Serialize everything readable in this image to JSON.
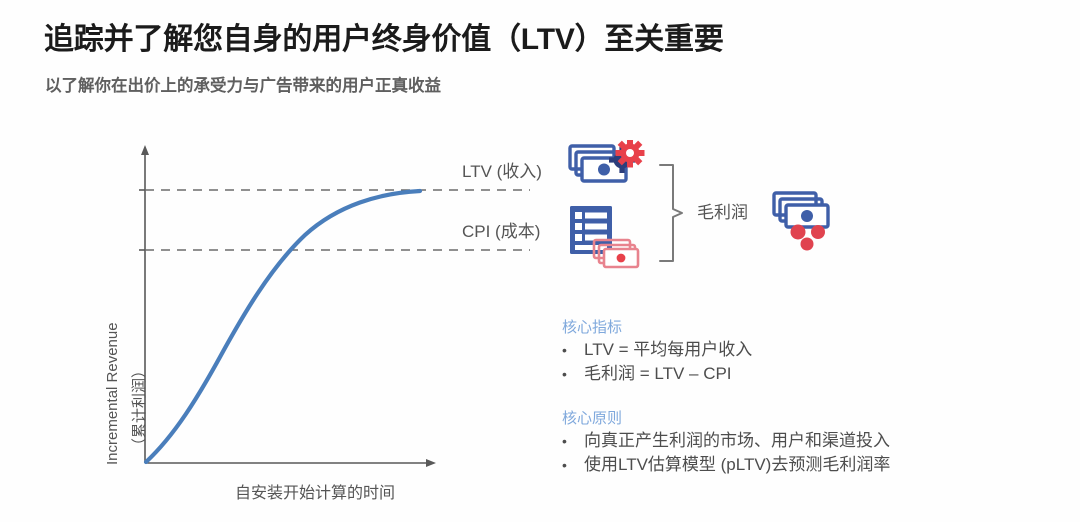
{
  "header": {
    "title": "追踪并了解您自身的用户终身价值（LTV）至关重要",
    "subtitle": "以了解你在出价上的承受力与广告带来的用户正真收益"
  },
  "chart_data": {
    "type": "line",
    "title": "",
    "xlabel": "自安装开始计算的时间",
    "ylabel_en": "Incremental Revenue",
    "ylabel_cn": "（累计利润）",
    "series": [
      {
        "name": "Incremental Revenue",
        "color": "#4A7EBB",
        "x": [
          0,
          5,
          10,
          15,
          20,
          25,
          30,
          35,
          40,
          45,
          50,
          55,
          60,
          65,
          70,
          75,
          80,
          85,
          90,
          95,
          100
        ],
        "y": [
          0,
          14,
          26,
          37,
          46,
          54,
          61,
          67,
          72,
          76,
          80,
          83,
          86,
          88.5,
          90.5,
          92,
          93.2,
          94.1,
          94.8,
          95.3,
          95.6
        ]
      }
    ],
    "reference_lines": [
      {
        "name": "LTV",
        "label": "LTV (收入)",
        "y_value": 95.6,
        "style": "dashed",
        "color": "#6b6b6b"
      },
      {
        "name": "CPI",
        "label": "CPI (成本)",
        "y_value": 62.0,
        "style": "dashed",
        "color": "#6b6b6b"
      }
    ],
    "annotations": [
      {
        "name": "gross-profit",
        "label": "毛利润",
        "between": [
          "LTV",
          "CPI"
        ]
      }
    ],
    "axis": {
      "x_arrow": true,
      "y_arrow": true,
      "ticks": false,
      "grid": false
    },
    "xlim": [
      0,
      100
    ],
    "ylim": [
      0,
      118
    ]
  },
  "callouts": {
    "ltv": "LTV (收入)",
    "cpi": "CPI (成本)",
    "gross_profit": "毛利润"
  },
  "icons": {
    "ltv": "banknotes-gear-icon",
    "cpi": "list-banknotes-icon",
    "gross_profit": "banknotes-dots-icon",
    "bracket": "curly-brace-icon"
  },
  "notes": [
    {
      "heading": "核心指标",
      "items": [
        "LTV = 平均每用户收入",
        "毛利润 = LTV – CPI"
      ]
    },
    {
      "heading": "核心原则",
      "items": [
        "向真正产生利润的市场、用户和渠道投入",
        "使用LTV估算模型 (pLTV)去预测毛利润率"
      ]
    }
  ],
  "bullet_glyph": "•",
  "colors": {
    "background": "#fefefe",
    "title": "#1b1b1b",
    "subtitle": "#5f5f5f",
    "curve_blue": "#4A7EBB",
    "heading_blue": "#7FA8DC",
    "body_gray": "#4d4d4d",
    "axis_gray": "#595959",
    "icon_blue": "#3F5FA8",
    "icon_red": "#E8414A",
    "icon_pink": "#E8838E"
  }
}
